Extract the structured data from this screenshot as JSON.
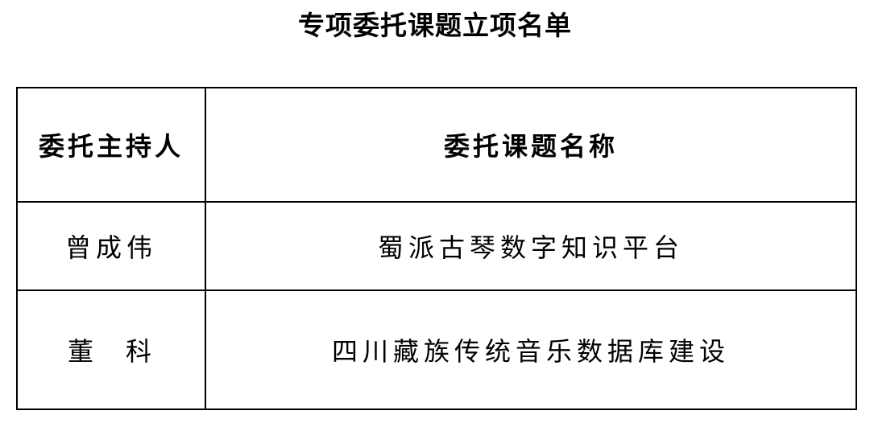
{
  "document": {
    "title": "专项委托课题立项名单"
  },
  "table": {
    "headers": {
      "host": "委托主持人",
      "project": "委托课题名称"
    },
    "rows": [
      {
        "host": "曾成伟",
        "project": "蜀派古琴数字知识平台"
      },
      {
        "host": "董　科",
        "project": "四川藏族传统音乐数据库建设"
      }
    ]
  }
}
